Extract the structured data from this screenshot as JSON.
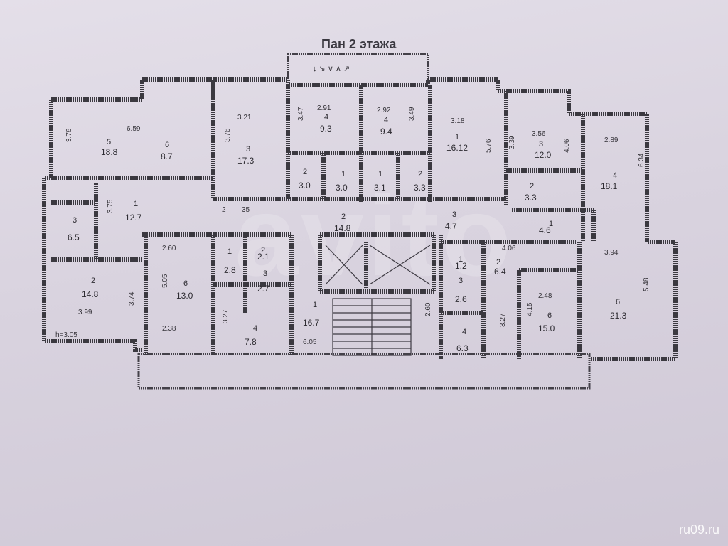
{
  "plan": {
    "title": "Пан 2 этажа",
    "stair_arrows": "↓ ↘ ∨ ∧ ↗",
    "rooms": [
      {
        "id": "r-5",
        "dim_top": "6.59",
        "num": "5",
        "area": "18.8",
        "dim_side": "3.76"
      },
      {
        "id": "r-6",
        "num": "6",
        "area": "8.7"
      },
      {
        "id": "r-3a",
        "dim_top": "3.21",
        "num": "3",
        "area": "17.3",
        "dim_side": "3.76"
      },
      {
        "id": "r-4a",
        "dim_top": "2.91",
        "num": "4",
        "area": "9.3",
        "dim_side": "3.47"
      },
      {
        "id": "r-4b",
        "dim_top": "2.92",
        "num": "4",
        "area": "9.4",
        "dim_side": "3.49"
      },
      {
        "id": "r-1a",
        "dim_top": "3.18",
        "num": "1",
        "area": "16.12",
        "dim_side": "5.76"
      },
      {
        "id": "r-3b",
        "dim_top": "3.56",
        "num": "3",
        "area": "12.0",
        "dim_side": "3.39"
      },
      {
        "id": "r-4c",
        "dim_top": "2.89",
        "num": "4",
        "area": "18.1",
        "dim_side": "6.34"
      },
      {
        "id": "r-2a",
        "num": "2",
        "area": "3.0"
      },
      {
        "id": "r-1b",
        "num": "1",
        "area": "3.0"
      },
      {
        "id": "r-1c",
        "num": "1",
        "area": "3.1"
      },
      {
        "id": "r-2b",
        "num": "2",
        "area": "3.3"
      },
      {
        "id": "r-2c",
        "num": "2",
        "area": "3.3"
      },
      {
        "id": "r-4d",
        "dim_side": "4.06"
      },
      {
        "id": "r-3c",
        "num": "3",
        "area": "6.5"
      },
      {
        "id": "r-1d",
        "num": "1",
        "area": "12.7",
        "dim_side": "3.75"
      },
      {
        "id": "r-2hall",
        "num": "2",
        "area": "14.8"
      },
      {
        "id": "r-3hall",
        "num": "3",
        "area": "4.7"
      },
      {
        "id": "r-1hall",
        "num": "1",
        "area": "4.6"
      },
      {
        "id": "r-2d",
        "num": "2",
        "area": "14.8",
        "dim_bottom": "3.99",
        "dim_side": "3.74"
      },
      {
        "id": "r-6b",
        "dim_top": "2.60",
        "num": "6",
        "area": "13.0",
        "dim_bottom": "2.38",
        "dim_side": "5.05"
      },
      {
        "id": "r-1e",
        "num": "1",
        "area": "2.8"
      },
      {
        "id": "r-2e",
        "num": "2",
        "area": "2.1"
      },
      {
        "id": "r-3d",
        "num": "3",
        "area": "2.7"
      },
      {
        "id": "r-4e",
        "num": "4",
        "area": "7.8",
        "dim_side": "3.27"
      },
      {
        "id": "r-1stair",
        "num": "1",
        "area": "16.7",
        "dim_bottom": "6.05",
        "dim_side": "2.60"
      },
      {
        "id": "r-1f",
        "num": "1",
        "area": "1.2"
      },
      {
        "id": "r-2f",
        "num": "2",
        "area": "6.4",
        "dim_top": "4.06"
      },
      {
        "id": "r-3e",
        "num": "3",
        "area": "2.6"
      },
      {
        "id": "r-4f",
        "num": "4",
        "area": "6.3",
        "dim_side": "3.27"
      },
      {
        "id": "r-6c",
        "dim_top": "2.48",
        "num": "6",
        "area": "15.0",
        "dim_side": "4.15"
      },
      {
        "id": "r-6d",
        "dim_top": "3.94",
        "num": "6",
        "area": "21.3",
        "dim_side": "5.48"
      }
    ],
    "corner_note": "h=3.05",
    "hall_dim_1": "2",
    "hall_dim_2": "35"
  },
  "site": {
    "watermark": "ru09.ru",
    "ghost_text": "avito"
  },
  "colors": {
    "paper": "#d8d2de",
    "ink": "#3b3940",
    "watermark": "#ffffff"
  }
}
